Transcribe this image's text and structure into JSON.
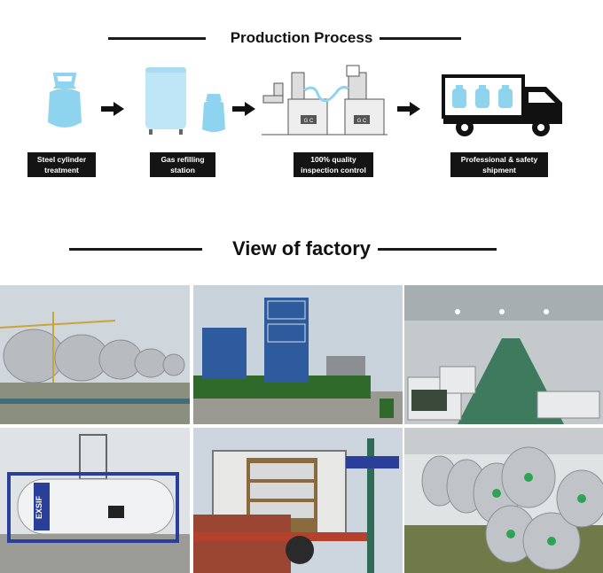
{
  "production": {
    "title": "Production Process",
    "steps": [
      {
        "line1": "Steel cylinder",
        "line2": "treatment"
      },
      {
        "line1": "Gas refilling",
        "line2": "station"
      },
      {
        "line1": "100% quality",
        "line2": "inspection control"
      },
      {
        "line1": "Professional & safety",
        "line2": "shipment"
      }
    ],
    "gc_label": "G C"
  },
  "factory": {
    "title": "View of  factory",
    "tank_text": "EXSIF"
  },
  "colors": {
    "cylinder_blue": "#8fd4ef",
    "dark": "#141414"
  },
  "icons": [
    "cylinder-icon",
    "storage-tank-icon",
    "inspection-machine-icon",
    "delivery-truck-icon",
    "right-arrow-icon"
  ]
}
